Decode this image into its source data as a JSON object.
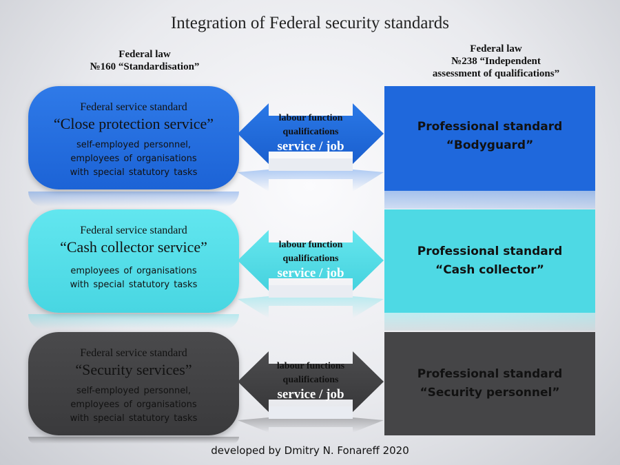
{
  "title": "Integration of Federal security standards",
  "law_left": {
    "line1": "Federal law",
    "line2": "№160 “Standardisation”"
  },
  "law_right": {
    "line1": "Federal law",
    "line2": "№238 “Independent",
    "line3": "assessment of qualifications”"
  },
  "rows": [
    {
      "service_heading": "Federal service standard",
      "service_name": "“Close protection service”",
      "service_desc": [
        "self-employed personnel,",
        "employees of organisations",
        "with special statutory tasks"
      ],
      "arrow_line1": "labour function",
      "arrow_line2": "qualifications",
      "arrow_line3": "service / job",
      "prof_line1": "Professional standard",
      "prof_line2": "“Bodyguard”",
      "color": "#1f68dc"
    },
    {
      "service_heading": "Federal service standard",
      "service_name": "“Cash collector service”",
      "service_desc": [
        "employees of organisations",
        "with special statutory tasks"
      ],
      "arrow_line1": "labour function",
      "arrow_line2": "qualifications",
      "arrow_line3": "service / job",
      "prof_line1": "Professional standard",
      "prof_line2": "“Cash collector”",
      "color": "#4ed9e4"
    },
    {
      "service_heading": "Federal service standard",
      "service_name": "“Security services”",
      "service_desc": [
        "self-employed personnel,",
        "employees of organisations",
        "with special statutory tasks"
      ],
      "arrow_line1": "labour functions",
      "arrow_line2": "qualifications",
      "arrow_line3": "service / job",
      "prof_line1": "Professional standard",
      "prof_line2": "“Security personnel”",
      "color": "#454547"
    }
  ],
  "footer": "developed by Dmitry N. Fonareff   2020"
}
